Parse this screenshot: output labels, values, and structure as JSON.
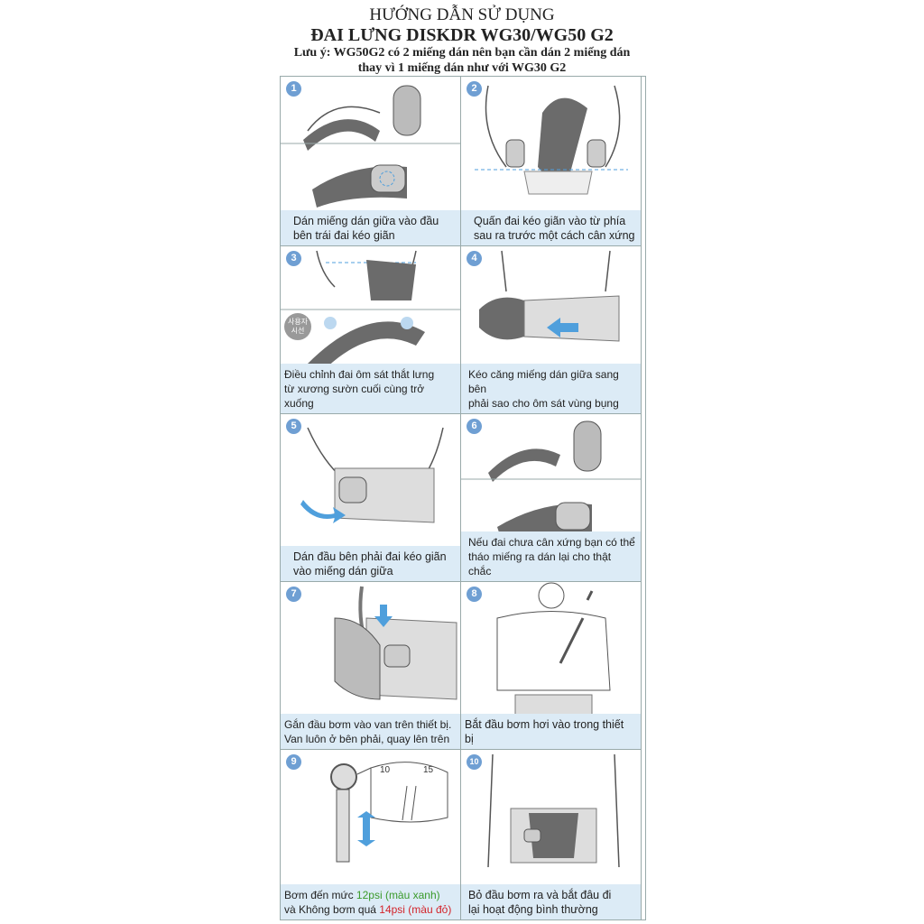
{
  "header": {
    "line1": "HƯỚNG DẪN SỬ DỤNG",
    "line2": "ĐAI LƯNG DISKDR WG30/WG50 G2",
    "line3a": "Lưu ý: WG50G2 có 2 miếng dán nên bạn cần dán 2 miếng dán",
    "line3b": "thay vì 1 miếng dán như với WG30 G2"
  },
  "steps": [
    {
      "num": "1",
      "cap1": "Dán miếng dán giữa vào đầu",
      "cap2": "bên trái đai kéo giãn"
    },
    {
      "num": "2",
      "cap1": "Quấn đai kéo giãn vào từ phía",
      "cap2": "sau ra trước một cách cân xứng"
    },
    {
      "num": "3",
      "cap1": "Điều chỉnh đai ôm sát thắt lưng",
      "cap2": "từ xương sườn cuối cùng trở xuống",
      "badge": "사용자 시선"
    },
    {
      "num": "4",
      "cap1": "Kéo căng miếng dán giữa sang bên",
      "cap2": "phải sao cho ôm sát vùng bụng"
    },
    {
      "num": "5",
      "cap1": "Dán đầu bên phải đai kéo giãn",
      "cap2": "vào miếng dán giữa"
    },
    {
      "num": "6",
      "cap1": "Nếu đai chưa cân xứng bạn có thể",
      "cap2": "tháo miếng ra dán lại cho thật chắc"
    },
    {
      "num": "7",
      "cap1": "Gắn đầu bơm vào van trên thiết bị.",
      "cap2": "Van luôn ở bên phải, quay lên trên"
    },
    {
      "num": "8",
      "cap1": "Bắt đầu bơm hơi vào trong thiết",
      "cap2": "bị"
    },
    {
      "num": "9",
      "cap1a": "Bơm đến mức ",
      "cap1g": "12psi (màu xanh)",
      "cap2a": "và Không bơm quá ",
      "cap2r": "14psi (màu đỏ)",
      "gauge_lo": "10",
      "gauge_hi": "15"
    },
    {
      "num": "10",
      "cap1": "Bỏ đầu bơm ra và bắt đâu đi",
      "cap2": "lại hoạt động bình thường"
    }
  ],
  "colors": {
    "accent": "#6f9fd3",
    "caption_bg": "#dcebf6",
    "belt": "#6b6b6b",
    "arrow": "#4f9fdc"
  }
}
